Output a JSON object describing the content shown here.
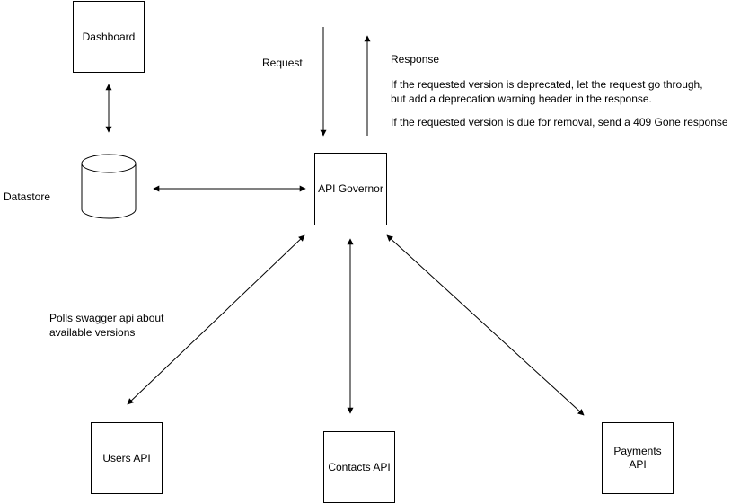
{
  "nodes": {
    "dashboard": "Dashboard",
    "datastore": "Datastore",
    "api_governor": "API Governor",
    "users_api": "Users API",
    "contacts_api": "Contacts API",
    "payments_api_line1": "Payments",
    "payments_api_line2": "API"
  },
  "labels": {
    "request": "Request",
    "response": "Response",
    "deprecated_line1": "If the requested version is deprecated, let the request go through,",
    "deprecated_line2": "but add a deprecation warning header in the response.",
    "removal": "If the requested version is due for removal, send a 409 Gone response",
    "polls_line1": "Polls swagger api about",
    "polls_line2": "available versions"
  },
  "colors": {
    "stroke": "#000000",
    "background": "#ffffff"
  }
}
